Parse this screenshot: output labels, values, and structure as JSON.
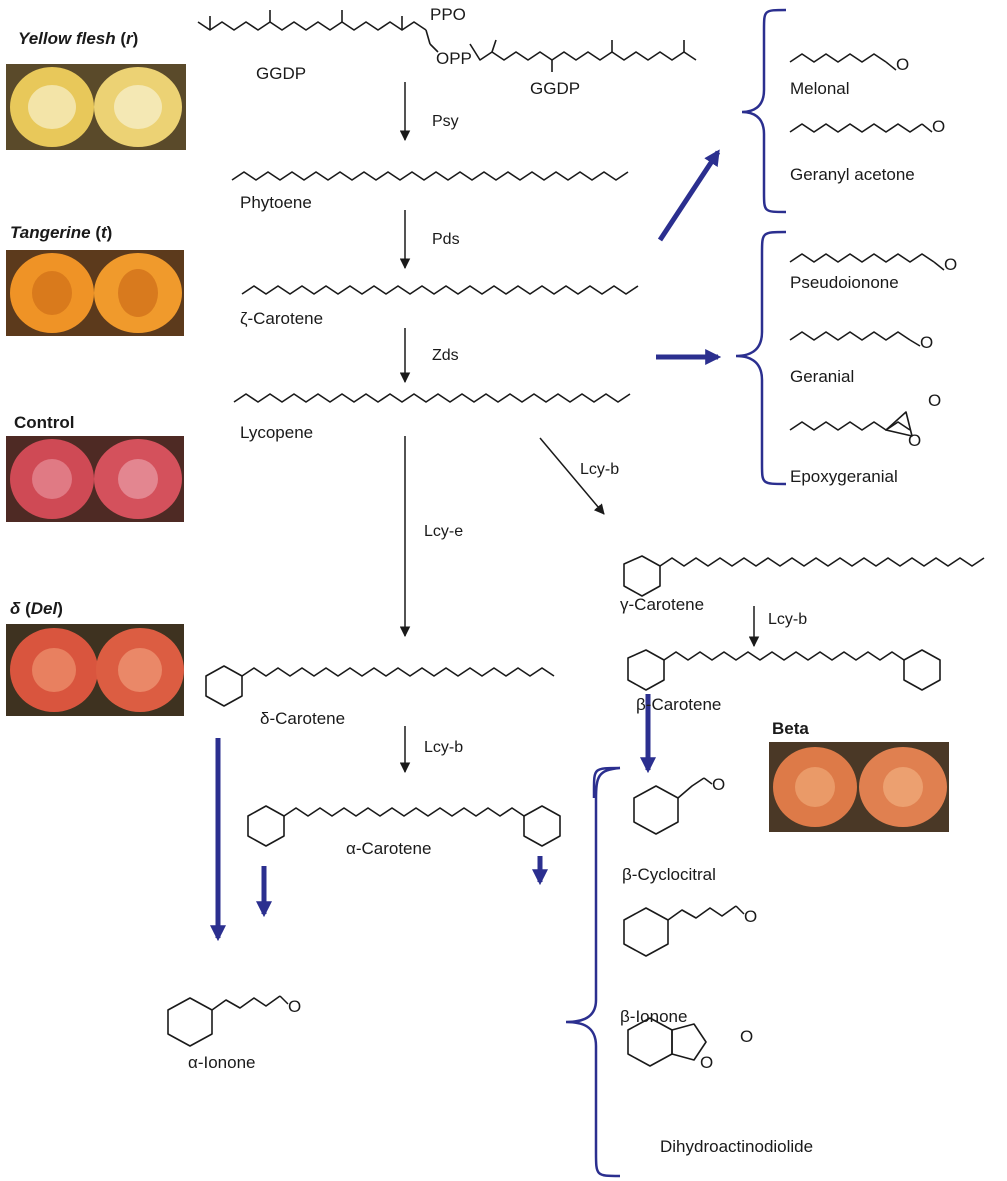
{
  "varieties": {
    "yellow_flesh": {
      "name": "Yellow flesh",
      "allele": "r"
    },
    "tangerine": {
      "name": "Tangerine",
      "allele": "t"
    },
    "control": {
      "name": "Control"
    },
    "delta": {
      "symbol": "δ",
      "allele": "Del"
    },
    "beta": {
      "name": "Beta"
    }
  },
  "compounds": {
    "ggdp_left": "GGDP",
    "ggdp_right": "GGDP",
    "ppo": "PPO",
    "opp": "OPP",
    "phytoene": "Phytoene",
    "zeta_carotene": "ζ-Carotene",
    "lycopene": "Lycopene",
    "gamma_carotene": "γ-Carotene",
    "beta_carotene": "β-Carotene",
    "delta_carotene": "δ-Carotene",
    "alpha_carotene": "α-Carotene",
    "alpha_ionone": "α-Ionone"
  },
  "enzymes": {
    "psy": "Psy",
    "pds": "Pds",
    "zds": "Zds",
    "lcy_b_1": "Lcy-b",
    "lcy_e": "Lcy-e",
    "lcy_b_2": "Lcy-b",
    "lcy_b_3": "Lcy-b"
  },
  "volatiles": {
    "group1": [
      "Melonal",
      "Geranyl acetone"
    ],
    "group2": [
      "Pseudoionone",
      "Geranial",
      "Epoxygeranial"
    ],
    "group3": [
      "β-Cyclocitral",
      "β-Ionone",
      "Dihydroactinodiolide"
    ]
  },
  "atoms": {
    "oxygen": "O"
  },
  "colors": {
    "volatile_arrow": "#2b2f8f",
    "bracket": "#2b2f8f",
    "structure": "#1a1a1a",
    "tomato_yellow": "#e8c85a",
    "tomato_tangerine": "#ef9326",
    "tomato_control": "#cf4a55",
    "tomato_delta": "#d9553e",
    "tomato_beta": "#dd7a48"
  }
}
